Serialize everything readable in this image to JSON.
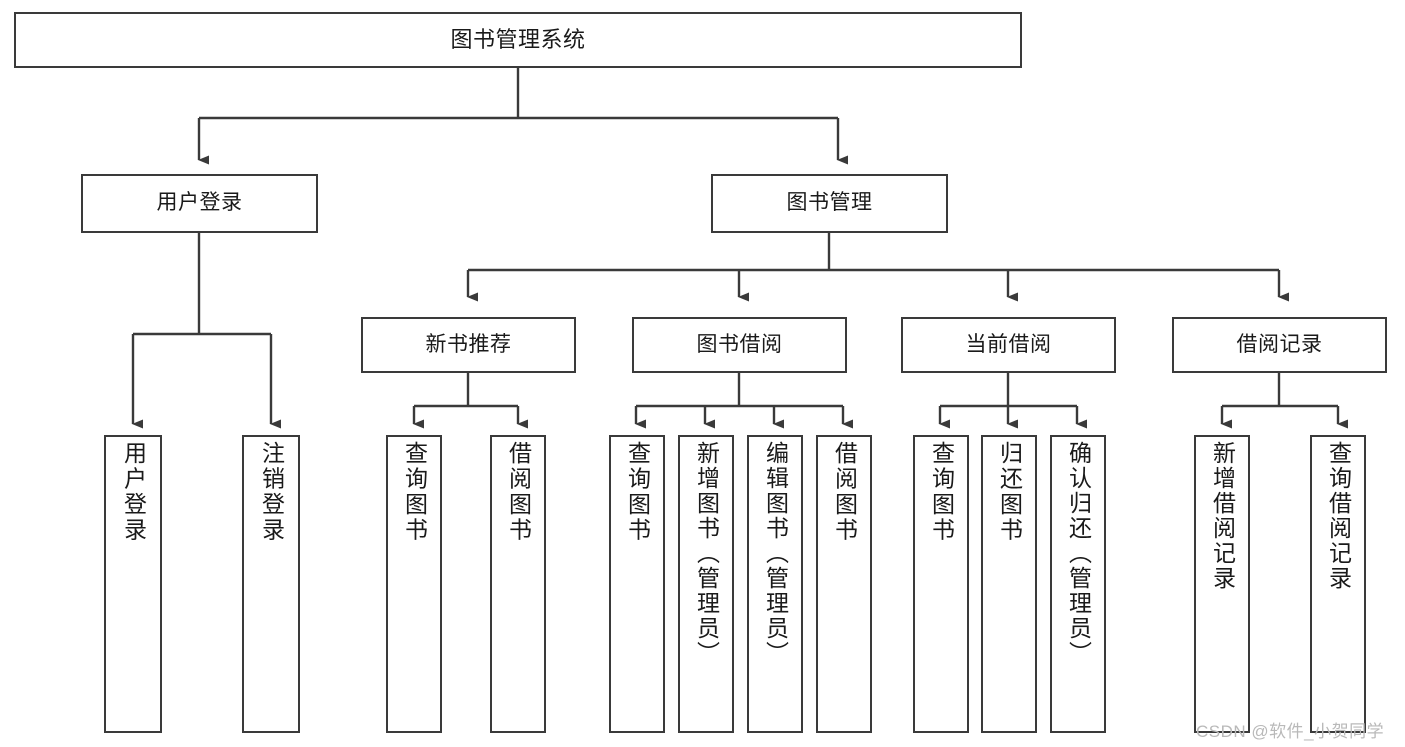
{
  "diagram": {
    "title": "图书管理系统",
    "type": "tree-hierarchy-chart",
    "stroke_color": "#3a3a3a",
    "background_color": "#ffffff",
    "nodes": {
      "root": {
        "label": "图书管理系统"
      },
      "level2": [
        {
          "id": "user-login",
          "label": "用户登录"
        },
        {
          "id": "book-management",
          "label": "图书管理"
        }
      ],
      "level3": [
        {
          "id": "new-book-recommend",
          "label": "新书推荐"
        },
        {
          "id": "book-borrow",
          "label": "图书借阅"
        },
        {
          "id": "current-borrow",
          "label": "当前借阅"
        },
        {
          "id": "borrow-record",
          "label": "借阅记录"
        }
      ],
      "leaves": [
        {
          "id": "leaf-user-login",
          "label": "用户登录"
        },
        {
          "id": "leaf-logout-login",
          "label": "注销登录"
        },
        {
          "id": "leaf-query-book-1",
          "label": "查询图书"
        },
        {
          "id": "leaf-borrow-book-1",
          "label": "借阅图书"
        },
        {
          "id": "leaf-query-book-2",
          "label": "查询图书"
        },
        {
          "id": "leaf-add-book",
          "label": "新增图书（管理员）"
        },
        {
          "id": "leaf-edit-book",
          "label": "编辑图书（管理员）"
        },
        {
          "id": "leaf-borrow-book-2",
          "label": "借阅图书"
        },
        {
          "id": "leaf-query-book-3",
          "label": "查询图书"
        },
        {
          "id": "leaf-return-book",
          "label": "归还图书"
        },
        {
          "id": "leaf-confirm-return",
          "label": "确认归还（管理员）"
        },
        {
          "id": "leaf-add-borrow-record",
          "label": "新增借阅记录"
        },
        {
          "id": "leaf-query-borrow-record",
          "label": "查询借阅记录"
        }
      ]
    }
  },
  "watermark": {
    "text": "CSDN @软件_小贺同学"
  }
}
